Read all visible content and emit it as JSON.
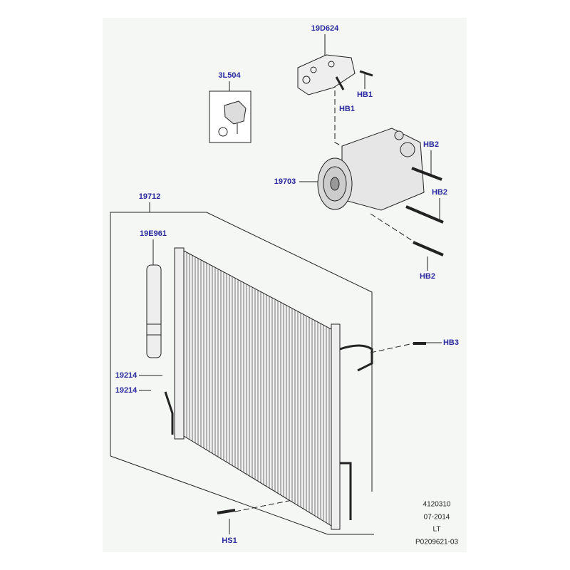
{
  "diagram": {
    "callouts": [
      {
        "id": "19D624",
        "label": "19D624"
      },
      {
        "id": "3L504",
        "label": "3L504"
      },
      {
        "id": "HB1-a",
        "label": "HB1"
      },
      {
        "id": "HB1-b",
        "label": "HB1"
      },
      {
        "id": "HB2-a",
        "label": "HB2"
      },
      {
        "id": "19703",
        "label": "19703"
      },
      {
        "id": "HB2-b",
        "label": "HB2"
      },
      {
        "id": "19712",
        "label": "19712"
      },
      {
        "id": "19E961",
        "label": "19E961"
      },
      {
        "id": "HB2-c",
        "label": "HB2"
      },
      {
        "id": "HB3",
        "label": "HB3"
      },
      {
        "id": "19214-a",
        "label": "19214"
      },
      {
        "id": "19214-b",
        "label": "19214"
      },
      {
        "id": "HS1",
        "label": "HS1"
      }
    ],
    "footer": [
      "4120310",
      "07-2014",
      "LT",
      "P0209621-03"
    ],
    "colors": {
      "label": "#2a2a9e",
      "panel": "#f5f7f5",
      "line": "#222222"
    }
  }
}
